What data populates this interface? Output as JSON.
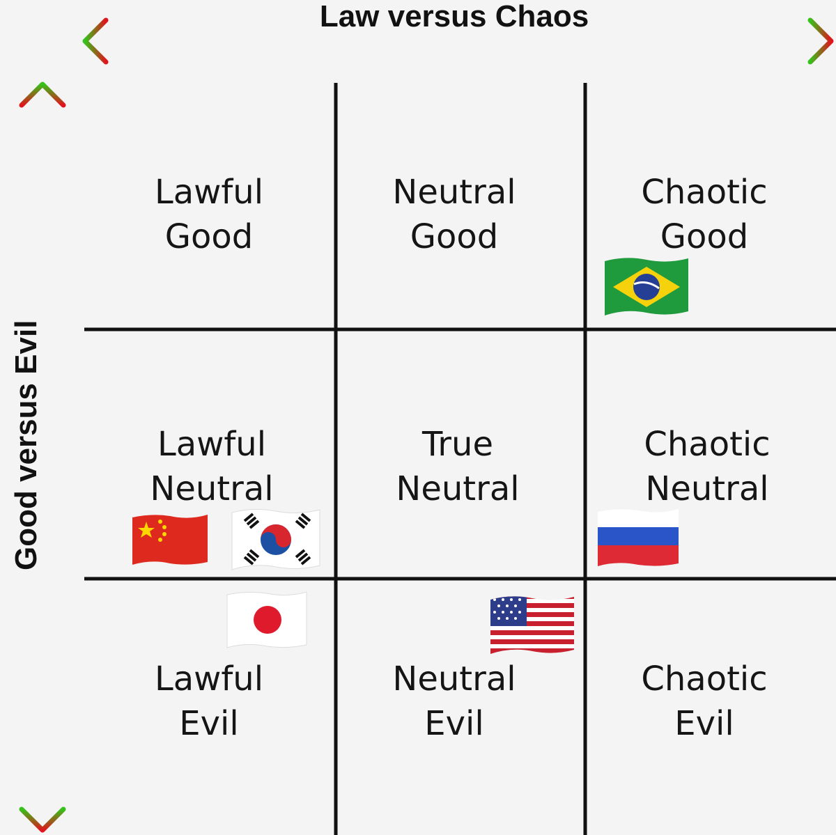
{
  "x_axis": {
    "title": "Law versus Chaos",
    "start_color": "#36c21a",
    "end_color": "#e0141c"
  },
  "y_axis": {
    "title": "Good versus Evil",
    "start_color": "#36c21a",
    "end_color": "#e0141c"
  },
  "grid_line_color": "#111111",
  "cells": [
    {
      "line1": "Lawful",
      "line2": "Good"
    },
    {
      "line1": "Neutral",
      "line2": "Good"
    },
    {
      "line1": "Chaotic",
      "line2": "Good"
    },
    {
      "line1": "Lawful",
      "line2": "Neutral"
    },
    {
      "line1": "True",
      "line2": "Neutral"
    },
    {
      "line1": "Chaotic",
      "line2": "Neutral"
    },
    {
      "line1": "Lawful",
      "line2": "Evil"
    },
    {
      "line1": "Neutral",
      "line2": "Evil"
    },
    {
      "line1": "Chaotic",
      "line2": "Evil"
    }
  ],
  "flags": [
    {
      "name": "flag-brazil-icon",
      "country": "Brazil",
      "cell": "Chaotic Good"
    },
    {
      "name": "flag-china-icon",
      "country": "China",
      "cell": "Lawful Neutral"
    },
    {
      "name": "flag-south-korea-icon",
      "country": "South Korea",
      "cell": "Lawful Neutral"
    },
    {
      "name": "flag-russia-icon",
      "country": "Russia",
      "cell": "Chaotic Neutral"
    },
    {
      "name": "flag-japan-icon",
      "country": "Japan",
      "cell": "Lawful Evil"
    },
    {
      "name": "flag-usa-icon",
      "country": "United States",
      "cell": "Neutral Evil"
    }
  ]
}
